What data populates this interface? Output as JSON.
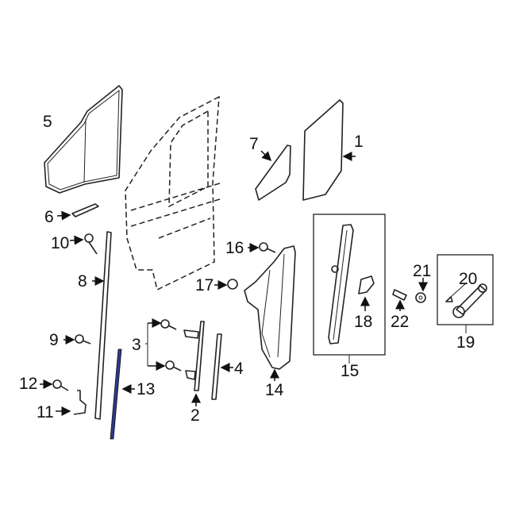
{
  "diagram": {
    "highlight_color": "#2b3a8c",
    "callouts": [
      "1",
      "2",
      "3",
      "4",
      "5",
      "6",
      "7",
      "8",
      "9",
      "10",
      "11",
      "12",
      "13",
      "14",
      "15",
      "16",
      "17",
      "18",
      "19",
      "20",
      "21",
      "22"
    ]
  }
}
